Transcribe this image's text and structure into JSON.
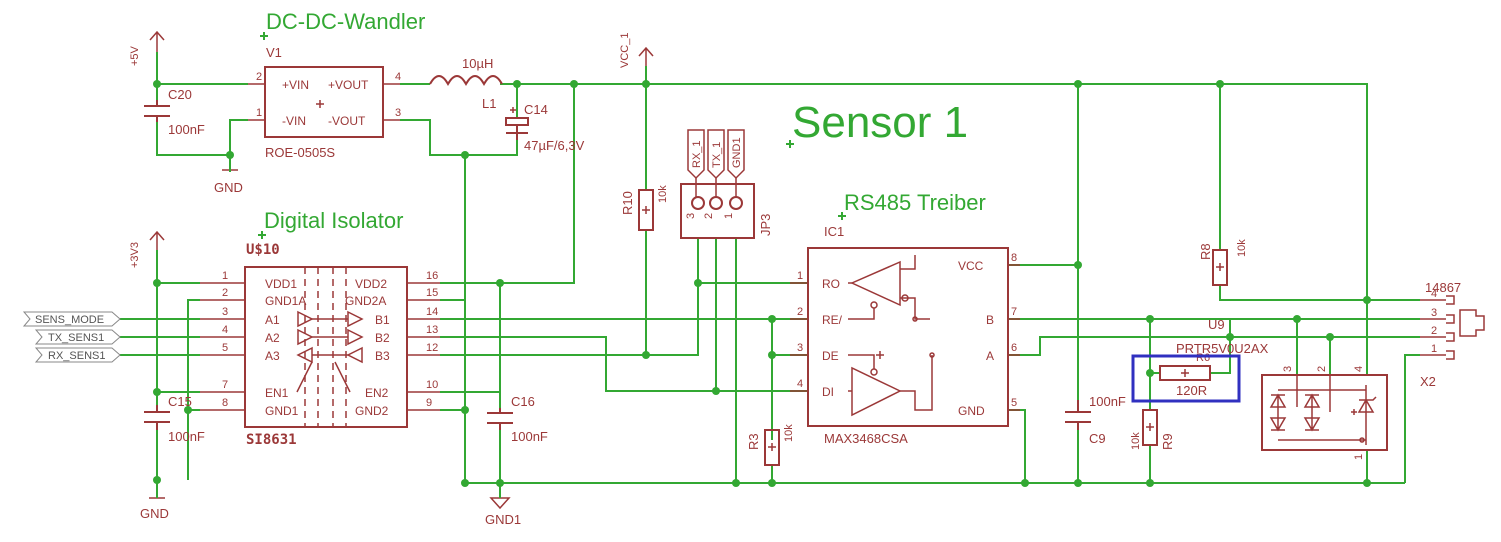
{
  "title_sensor": "Sensor 1",
  "section_dcdc": "DC-DC-Wandler",
  "section_isolator": "Digital Isolator",
  "section_rs485": "RS485 Treiber",
  "power": {
    "p5v": "+5V",
    "p3v3": "+3V3",
    "vcc1": "VCC_1",
    "gnd_a": "GND",
    "gnd_b": "GND",
    "gnd1": "GND1"
  },
  "v1": {
    "ref": "V1",
    "value": "ROE-0505S",
    "pins": [
      "+VIN",
      "+VOUT",
      "-VIN",
      "-VOUT"
    ],
    "pin_numbers": [
      "2",
      "4",
      "1",
      "3"
    ]
  },
  "l1": {
    "ref": "L1",
    "value": "10µH"
  },
  "c20": {
    "ref": "C20",
    "value": "100nF"
  },
  "c14": {
    "ref": "C14",
    "value": "47µF/6,3V"
  },
  "c15": {
    "ref": "C15",
    "value": "100nF"
  },
  "c16": {
    "ref": "C16",
    "value": "100nF"
  },
  "c9": {
    "ref": "C9",
    "value": "100nF"
  },
  "u10": {
    "ref": "U$10",
    "value": "SI8631",
    "left_pins": [
      "VDD1",
      "GND1A",
      "A1",
      "A2",
      "A3",
      "EN1",
      "GND1"
    ],
    "left_nums": [
      "1",
      "2",
      "3",
      "4",
      "5",
      "7",
      "8"
    ],
    "right_pins": [
      "VDD2",
      "GND2A",
      "B1",
      "B2",
      "B3",
      "EN2",
      "GND2"
    ],
    "right_nums": [
      "16",
      "15",
      "14",
      "13",
      "12",
      "10",
      "9"
    ]
  },
  "flags": [
    "SENS_MODE",
    "TX_SENS1",
    "RX_SENS1"
  ],
  "r10": {
    "ref": "R10",
    "value": "10k"
  },
  "r3": {
    "ref": "R3",
    "value": "10k"
  },
  "r8": {
    "ref": "R8",
    "value": "10k"
  },
  "r9": {
    "ref": "R9",
    "value": "10k"
  },
  "r_term": {
    "ref": "R6",
    "value": "120R"
  },
  "jp3": {
    "ref": "JP3",
    "pin_labels": [
      "RX_1",
      "TX_1",
      "GND1"
    ],
    "pin_numbers": [
      "3",
      "2",
      "1"
    ]
  },
  "ic1": {
    "ref": "IC1",
    "value": "MAX3468CSA",
    "left_pins": [
      "RO",
      "RE/",
      "DE",
      "DI"
    ],
    "left_nums": [
      "1",
      "2",
      "3",
      "4"
    ],
    "right_pins": [
      "VCC",
      "B",
      "A",
      "GND"
    ],
    "right_nums": [
      "8",
      "7",
      "6",
      "5"
    ]
  },
  "u9": {
    "ref": "U9",
    "value": "PRTR5V0U2AX",
    "pin_numbers": [
      "3",
      "2",
      "4",
      "1"
    ]
  },
  "x2": {
    "ref": "X2",
    "value": "14867",
    "pin_numbers": [
      "4",
      "3",
      "2",
      "1"
    ]
  },
  "colors": {
    "wire": "#33a833",
    "symbol": "#9b3838",
    "highlight": "#3030c0"
  }
}
